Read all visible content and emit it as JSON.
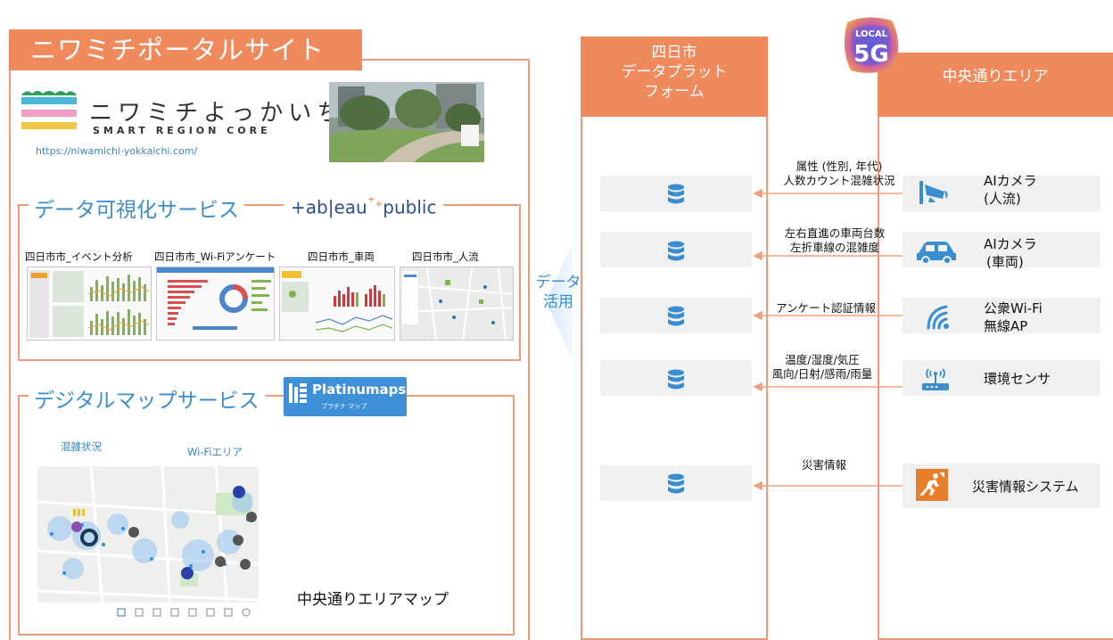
{
  "portal": {
    "title": "ニワミチポータルサイト",
    "logo_text": "ニワミチよっかいち",
    "logo_sub": "SMART REGION CORE",
    "url": "https://niwamichi-yokkaichi.com/"
  },
  "viz": {
    "title": "データ可視化サービス",
    "logo": {
      "prefix": "+ab|eau",
      "plus": "⁺₊",
      "suffix": "public"
    },
    "thumbs": [
      {
        "label": "四日市市_イベント分析"
      },
      {
        "label": "四日市市_Wi-Fiアンケート"
      },
      {
        "label": "四日市市_車両"
      },
      {
        "label": "四日市市_人流"
      }
    ]
  },
  "map": {
    "title": "デジタルマップサービス",
    "platinum_name": "Platinumaps",
    "platinum_kana": "プラチナ マップ",
    "tag_crowd": "混雑状況",
    "tag_wifi": "Wi-Fiエリア",
    "caption": "中央通りエリアマップ"
  },
  "middle": {
    "data_use_1": "データ",
    "data_use_2": "活用"
  },
  "platform": {
    "title_1": "四日市",
    "title_2": "データプラットフォーム",
    "title_2a": "データプラット",
    "title_2b": "フォーム"
  },
  "area": {
    "title": "中央通りエリア"
  },
  "logo_5g": {
    "top": "LOCAL",
    "main": "5G"
  },
  "flows": [
    {
      "label_1": "属性 (性別, 年代)",
      "label_2": "人数カウント混雑状況",
      "device_1": "AIカメラ",
      "device_2": "(人流)",
      "icon": "surveillance-camera-icon"
    },
    {
      "label_1": "左右直進の車両台数",
      "label_2": "左折車線の混雑度",
      "device_1": "AIカメラ",
      "device_2": "(車両)",
      "icon": "car-icon"
    },
    {
      "label_1": "アンケート認証情報",
      "label_2": "",
      "device_1": "公衆Wi-Fi",
      "device_2": "無線AP",
      "icon": "wifi-icon"
    },
    {
      "label_1": "温度/湿度/気圧",
      "label_2": "風向/日射/感雨/雨量",
      "device_1": "環境センサ",
      "device_2": "",
      "icon": "sensor-icon"
    },
    {
      "label_1": "災害情報",
      "label_2": "",
      "device_1": "災害情報システム",
      "device_2": "",
      "icon": "disaster-icon"
    }
  ],
  "colors": {
    "accent": "#f08a5d",
    "border": "#ee9a78",
    "blue": "#3a8dd0"
  }
}
